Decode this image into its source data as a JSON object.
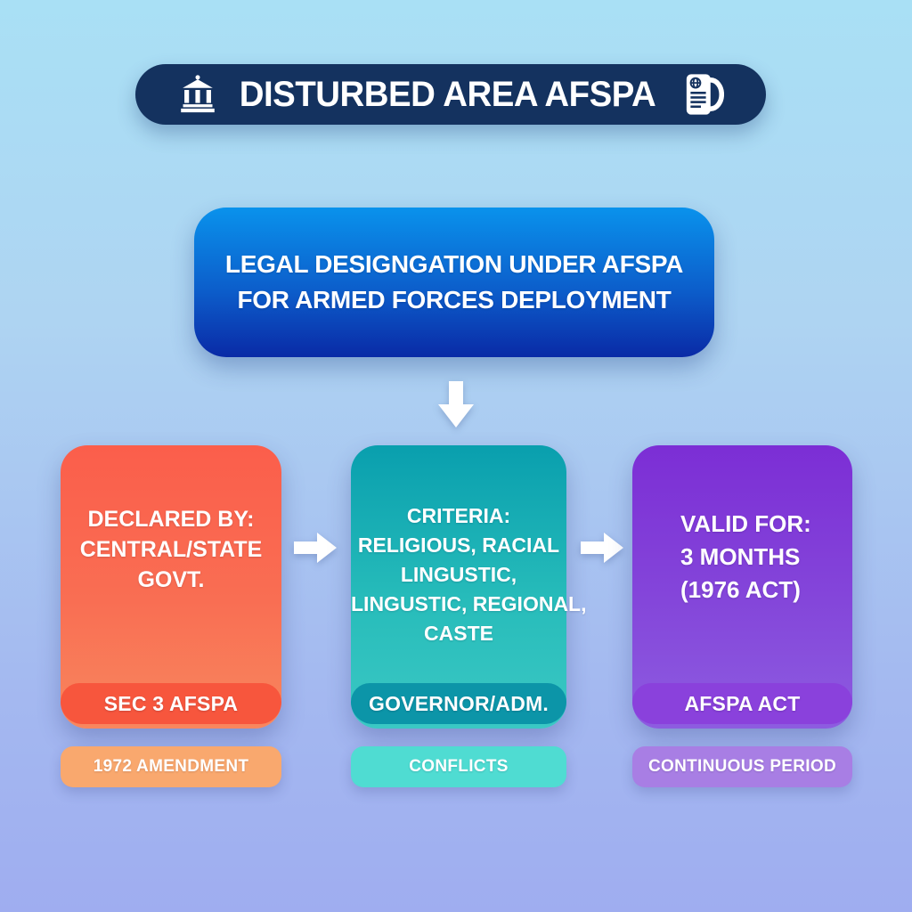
{
  "header": {
    "title": "DISTURBED AREA AFSPA",
    "left_icon": "bank-icon",
    "right_icon": "scroll-icon",
    "bg": "#14325f",
    "text_color": "#ffffff"
  },
  "intro": {
    "line1": "LEGAL DESIGNGATION UNDER AFSPA",
    "line2": "FOR ARMED FORCES DEPLOYMENT",
    "gradient_top": "#0a92ec",
    "gradient_bottom": "#0a2aa6"
  },
  "arrows": {
    "down_icon": "down-arrow-icon",
    "right_icon": "right-arrow-icon",
    "color": "#ffffff"
  },
  "cards": [
    {
      "lines": [
        "DECLARED BY:",
        "CENTRAL/STATE",
        "GOVT."
      ],
      "footer": "SEC 3 AFSPA",
      "gradient_top": "#fb5e4b",
      "gradient_bottom": "#f8875e",
      "footer_bg": "#f7563d"
    },
    {
      "lines": [
        "CRITERIA:",
        "RELIGIOUS, RACIAL",
        "LINGUSTIC,",
        "LINGUSTIC, REGIONAL,",
        "CASTE"
      ],
      "footer": "GOVERNOR/ADM.",
      "gradient_top": "#099fae",
      "gradient_bottom": "#3bc8c4",
      "footer_bg": "#0c95a8"
    },
    {
      "lines": [
        "VALID FOR:",
        "3 MONTHS",
        "(1976 ACT)"
      ],
      "footer": "AFSPA ACT",
      "gradient_top": "#7c2ed5",
      "gradient_bottom": "#8d5ce0",
      "footer_bg": "#8a41dc"
    }
  ],
  "tags": [
    {
      "label": "1972 AMENDMENT",
      "bg": "#f9a86e"
    },
    {
      "label": "CONFLICTS",
      "bg": "#4fdcd2"
    },
    {
      "label": "CONTINUOUS PERIOD",
      "bg": "#a87ee4"
    }
  ],
  "background": {
    "top": "#a9e0f5",
    "bottom": "#9fadf0"
  }
}
